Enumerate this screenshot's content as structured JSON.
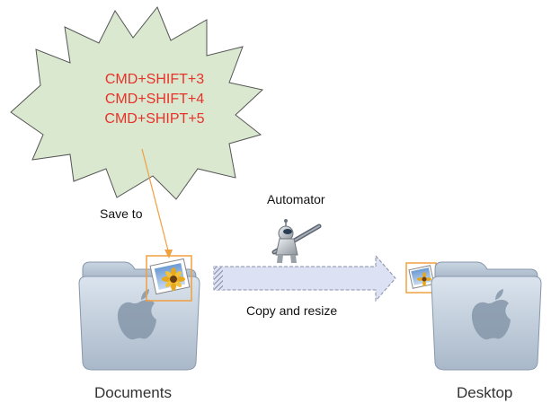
{
  "burst": {
    "lines": [
      "CMD+SHIFT+3",
      "CMD+SHIFT+4",
      "CMD+SHIPT+5"
    ],
    "fill_color": "#d9e8cf",
    "text_color": "#e8322a"
  },
  "labels": {
    "save_to": "Save to",
    "automator": "Automator",
    "copy_and_resize": "Copy and resize"
  },
  "folders": {
    "source": "Documents",
    "destination": "Desktop"
  },
  "icons": {
    "folder": "mac-folder-icon",
    "photo": "photo-file-icon",
    "automator": "automator-robot-icon"
  },
  "colors": {
    "connector": "#f0a040",
    "highlight_box": "#f0a040",
    "arrow_fill": "#dde1f4",
    "arrow_stroke": "#8a8fa8"
  }
}
